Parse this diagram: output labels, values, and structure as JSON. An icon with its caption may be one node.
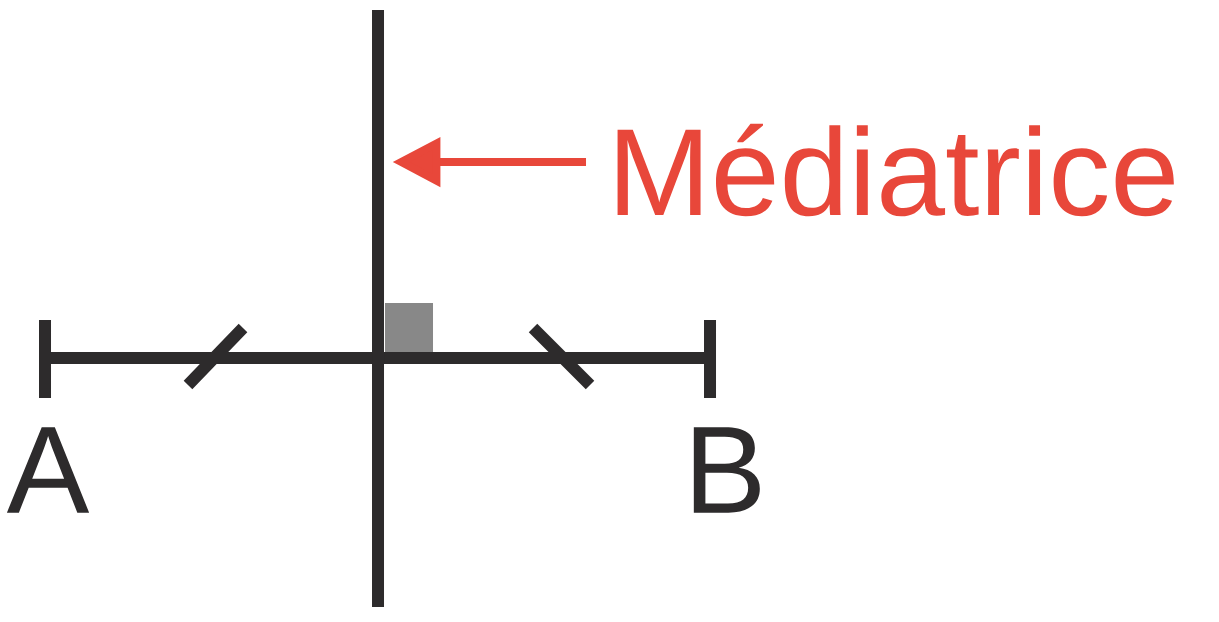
{
  "diagram": {
    "nodes": [
      {
        "text": [
          "Médiatrice"
        ]
      },
      {
        "text": [],
        "shape": "bar"
      }
    ],
    "edges": [
      {
        "from": 0,
        "to": 1,
        "arrow": "to"
      }
    ],
    "labels": [
      "A",
      "B"
    ]
  }
}
